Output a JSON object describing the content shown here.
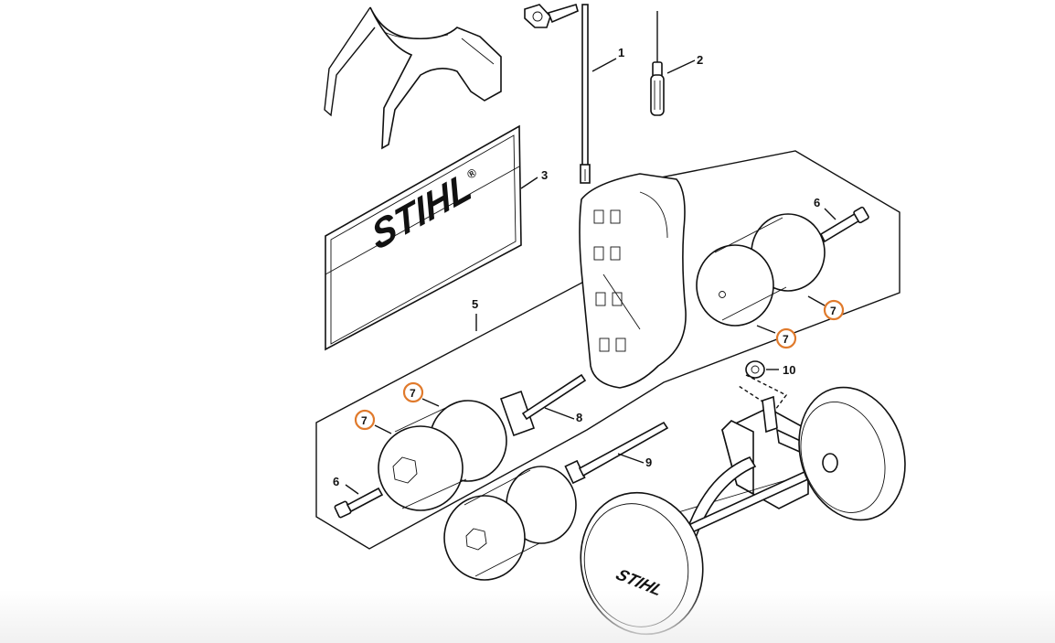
{
  "labels": {
    "part_1": "1",
    "part_2": "2",
    "part_3": "3",
    "part_5": "5",
    "part_6_top": "6",
    "part_6_bottom": "6",
    "part_7": "7",
    "part_8": "8",
    "part_9": "9",
    "part_10": "10"
  },
  "brand": {
    "name": "STIHL",
    "registered": "®"
  },
  "colors": {
    "highlight": "#e07a2c",
    "line": "#111111",
    "background": "#ffffff"
  }
}
